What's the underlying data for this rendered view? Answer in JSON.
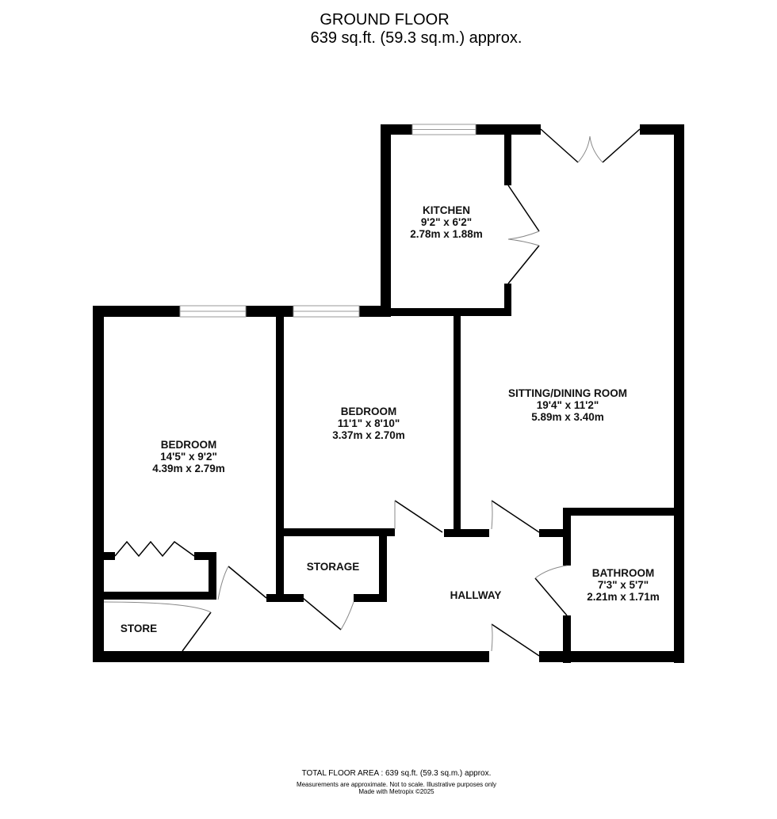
{
  "header": {
    "floor_title": "GROUND FLOOR",
    "floor_area": "639 sq.ft. (59.3 sq.m.) approx."
  },
  "rooms": {
    "kitchen": {
      "name": "KITCHEN",
      "imperial": "9'2\"  x 6'2\"",
      "metric": "2.78m  x 1.88m"
    },
    "sitting_dining": {
      "name": "SITTING/DINING ROOM",
      "imperial": "19'4\"  x 11'2\"",
      "metric": "5.89m  x 3.40m"
    },
    "bedroom1": {
      "name": "BEDROOM",
      "imperial": "14'5\"  x 9'2\"",
      "metric": "4.39m  x 2.79m"
    },
    "bedroom2": {
      "name": "BEDROOM",
      "imperial": "11'1\"  x 8'10\"",
      "metric": "3.37m  x 2.70m"
    },
    "bathroom": {
      "name": "BATHROOM",
      "imperial": "7'3\"  x 5'7\"",
      "metric": "2.21m  x 1.71m"
    },
    "storage": {
      "name": "STORAGE"
    },
    "store": {
      "name": "STORE"
    },
    "hallway": {
      "name": "HALLWAY"
    }
  },
  "footer": {
    "total_area": "TOTAL FLOOR AREA : 639 sq.ft. (59.3 sq.m.) approx.",
    "disclaimer": "Measurements are approximate.  Not to scale.  Illustrative purposes only",
    "credit": "Made with Metropix ©2025"
  },
  "colors": {
    "wall": "#000000",
    "background": "#ffffff",
    "door_arc": "#888888"
  }
}
